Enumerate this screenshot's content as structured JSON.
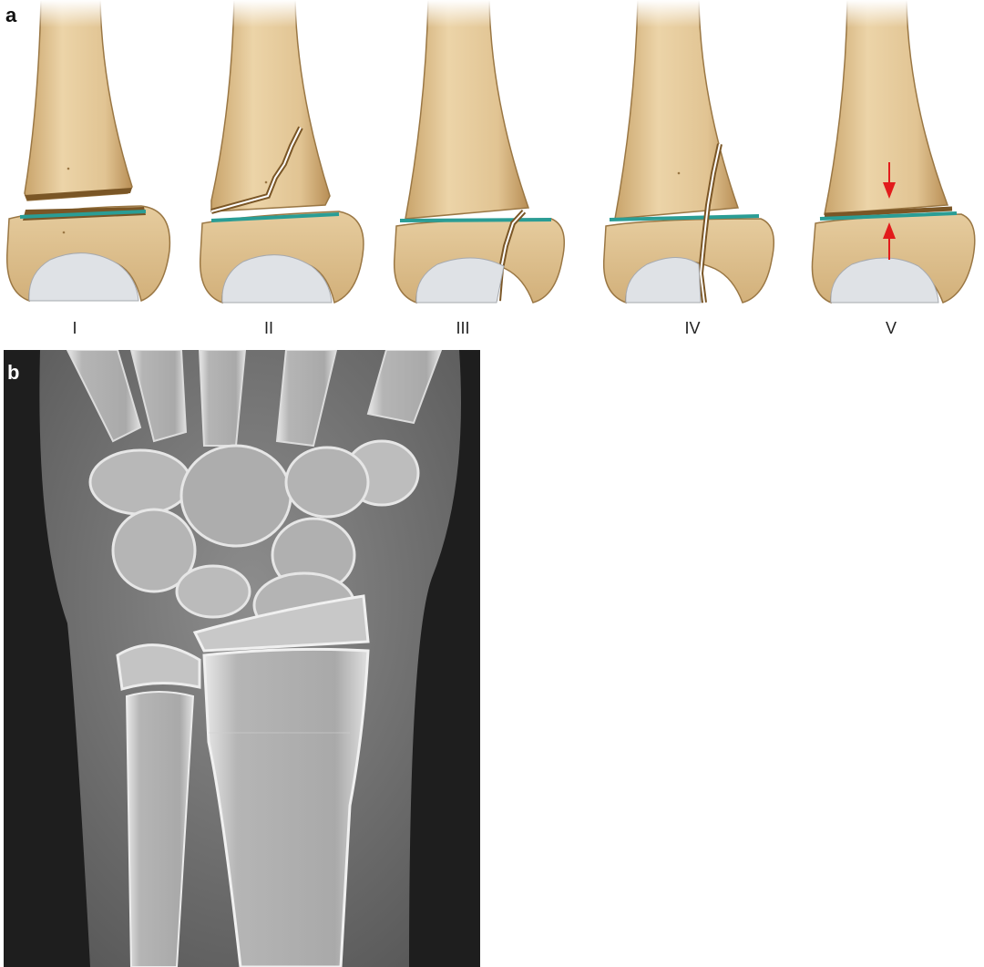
{
  "panel_a": {
    "label": "a",
    "types": [
      "I",
      "II",
      "III",
      "IV",
      "V"
    ],
    "colors": {
      "bone": "#e3c796",
      "bone_shadow": "#b98f57",
      "outline": "#8a6a3a",
      "physis": "#2a9d95",
      "cartilage": "#dfe2e6",
      "arrow": "#e21b1b"
    }
  },
  "panel_b": {
    "label": "b"
  }
}
